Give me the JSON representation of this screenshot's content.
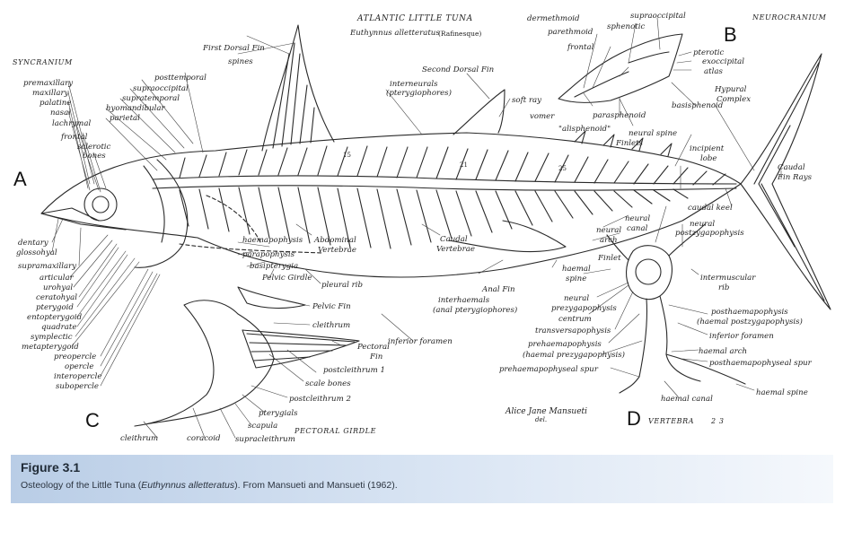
{
  "figure": {
    "header": {
      "title": "ATLANTIC LITTLE TUNA",
      "species": "Euthynnus alletteratus",
      "author": "(Rafinesque)"
    },
    "panels": {
      "a": "A",
      "b": "B",
      "c": "C",
      "d": "D"
    },
    "section_labels": {
      "syncranium": "SYNCRANIUM",
      "neurocranium": "NEUROCRANIUM",
      "pectoral_girdle": "PECTORAL GIRDLE",
      "vertebra": "VERTEBRA",
      "vertebra_number": "2 3"
    },
    "signature": {
      "name": "Alice Jane Mansueti",
      "del": "del."
    },
    "labels": {
      "premaxillary": "premaxillary",
      "maxillary": "maxillary",
      "palatine": "palatine",
      "nasal": "nasal",
      "lachrymal": "lachrymal",
      "frontal_a": "frontal",
      "sclerotic_bones": "sclerotic",
      "sclerotic_bones_2": "bones",
      "parietal": "parietal",
      "hyomandibular": "hyomandibular",
      "supratemporal": "supratemporal",
      "supraoccipital_a": "supraoccipital",
      "posttemporal": "posttemporal",
      "first_dorsal_fin": "First Dorsal Fin",
      "spines": "spines",
      "interneurals": "interneurals",
      "pterygiophores": "(pterygiophores)",
      "second_dorsal_fin": "Second Dorsal Fin",
      "soft_ray": "soft ray",
      "finlets_top": "Finlets",
      "neural_spine": "neural spine",
      "dermethmoid": "dermethmoid",
      "parethmoid": "parethmoid",
      "sphenotic": "sphenotic",
      "supraoccipital_b": "supraoccipital",
      "frontal_b": "frontal",
      "pterotic": "pterotic",
      "exoccipital": "exoccipital",
      "atlas": "atlas",
      "vomer": "vomer",
      "parasphenoid": "parasphenoid",
      "basisphenoid": "basisphenoid",
      "alisphenoid": "\"alisphenoid\"",
      "hypural_complex_1": "Hypural",
      "hypural_complex_2": "Complex",
      "incipient_lobe_1": "incipient",
      "incipient_lobe_2": "lobe",
      "caudal_fin_rays_1": "Caudal",
      "caudal_fin_rays_2": "Fin Rays",
      "caudal_keel": "caudal keel",
      "dentary": "dentary",
      "glossohyal": "glossohyal",
      "supramaxillary": "supramaxillary",
      "articular": "articular",
      "urohyal": "urohyal",
      "ceratohyal": "ceratohyal",
      "pterygoid": "pterygoid",
      "entopterygoid": "entopterygoid",
      "quadrate": "quadrate",
      "symplectic": "symplectic",
      "metapterygoid": "metapterygoid",
      "preopercle": "preopercle",
      "opercle": "opercle",
      "interopercle": "interopercle",
      "subopercle": "subopercle",
      "haemapophysis": "haemapophysis",
      "parapophysis": "parapophysis",
      "basipterygia": "basipterygia",
      "pelvic_girdle": "Pelvic Girdle",
      "abdominal_vertebrae_1": "Abdominal",
      "abdominal_vertebrae_2": "Vertebrae",
      "caudal_vertebrae_1": "Caudal",
      "caudal_vertebrae_2": "Vertebrae",
      "pleural_rib": "pleural rib",
      "pelvic_fin": "Pelvic Fin",
      "cleithrum_right": "cleithrum",
      "pectoral_fin_1": "Pectoral",
      "pectoral_fin_2": "Fin",
      "inferior_foramen_main": "inferior foramen",
      "postcleithrum_1": "postcleithrum 1",
      "scale_bones": "scale bones",
      "postcleithrum_2": "postcleithrum 2",
      "pterygials": "pterygials",
      "scapula": "scapula",
      "supracleithrum": "supracleithrum",
      "cleithrum_bottom": "cleithrum",
      "coracoid": "coracoid",
      "anal_fin": "Anal Fin",
      "interhaemals": "interhaemals",
      "anal_pterygiophores": "(anal pterygiophores)",
      "finlet": "Finlet",
      "haemal_spine_mid_1": "haemal",
      "haemal_spine_mid_2": "spine",
      "neural_arch_1": "neural",
      "neural_arch_2": "arch",
      "neural_canal_1": "neural",
      "neural_canal_2": "canal",
      "neural_postzyg_1": "neural",
      "neural_postzyg_2": "postzygapophysis",
      "intermuscular_rib_1": "intermuscular",
      "intermuscular_rib_2": "rib",
      "neural_prezyg_1": "neural",
      "neural_prezyg_2": "prezygapophysis",
      "centrum": "centrum",
      "transversapophysis": "transversapophysis",
      "prehaemapophysis_1": "prehaemapophysis",
      "prehaemapophysis_2": "(haemal prezygapophysis)",
      "prehaemapophyseal_spur": "prehaemapophyseal spur",
      "posthaemapophysis_1": "posthaemapophysis",
      "posthaemapophysis_2": "(haemal postzygapophysis)",
      "inferior_foramen_d": "inferior foramen",
      "haemal_arch": "haemal arch",
      "posthaemapophyseal_spur": "posthaemapophyseal spur",
      "haemal_canal": "haemal canal",
      "haemal_spine_d": "haemal spine",
      "vert_15": "15",
      "vert_21": "21",
      "vert_25": "25"
    }
  },
  "caption": {
    "title": "Figure 3.1",
    "text_before": "Osteology of the Little Tuna (",
    "species_italic": "Euthynnus alletteratus",
    "text_after": "). From Mansueti and Mansueti (1962)."
  }
}
